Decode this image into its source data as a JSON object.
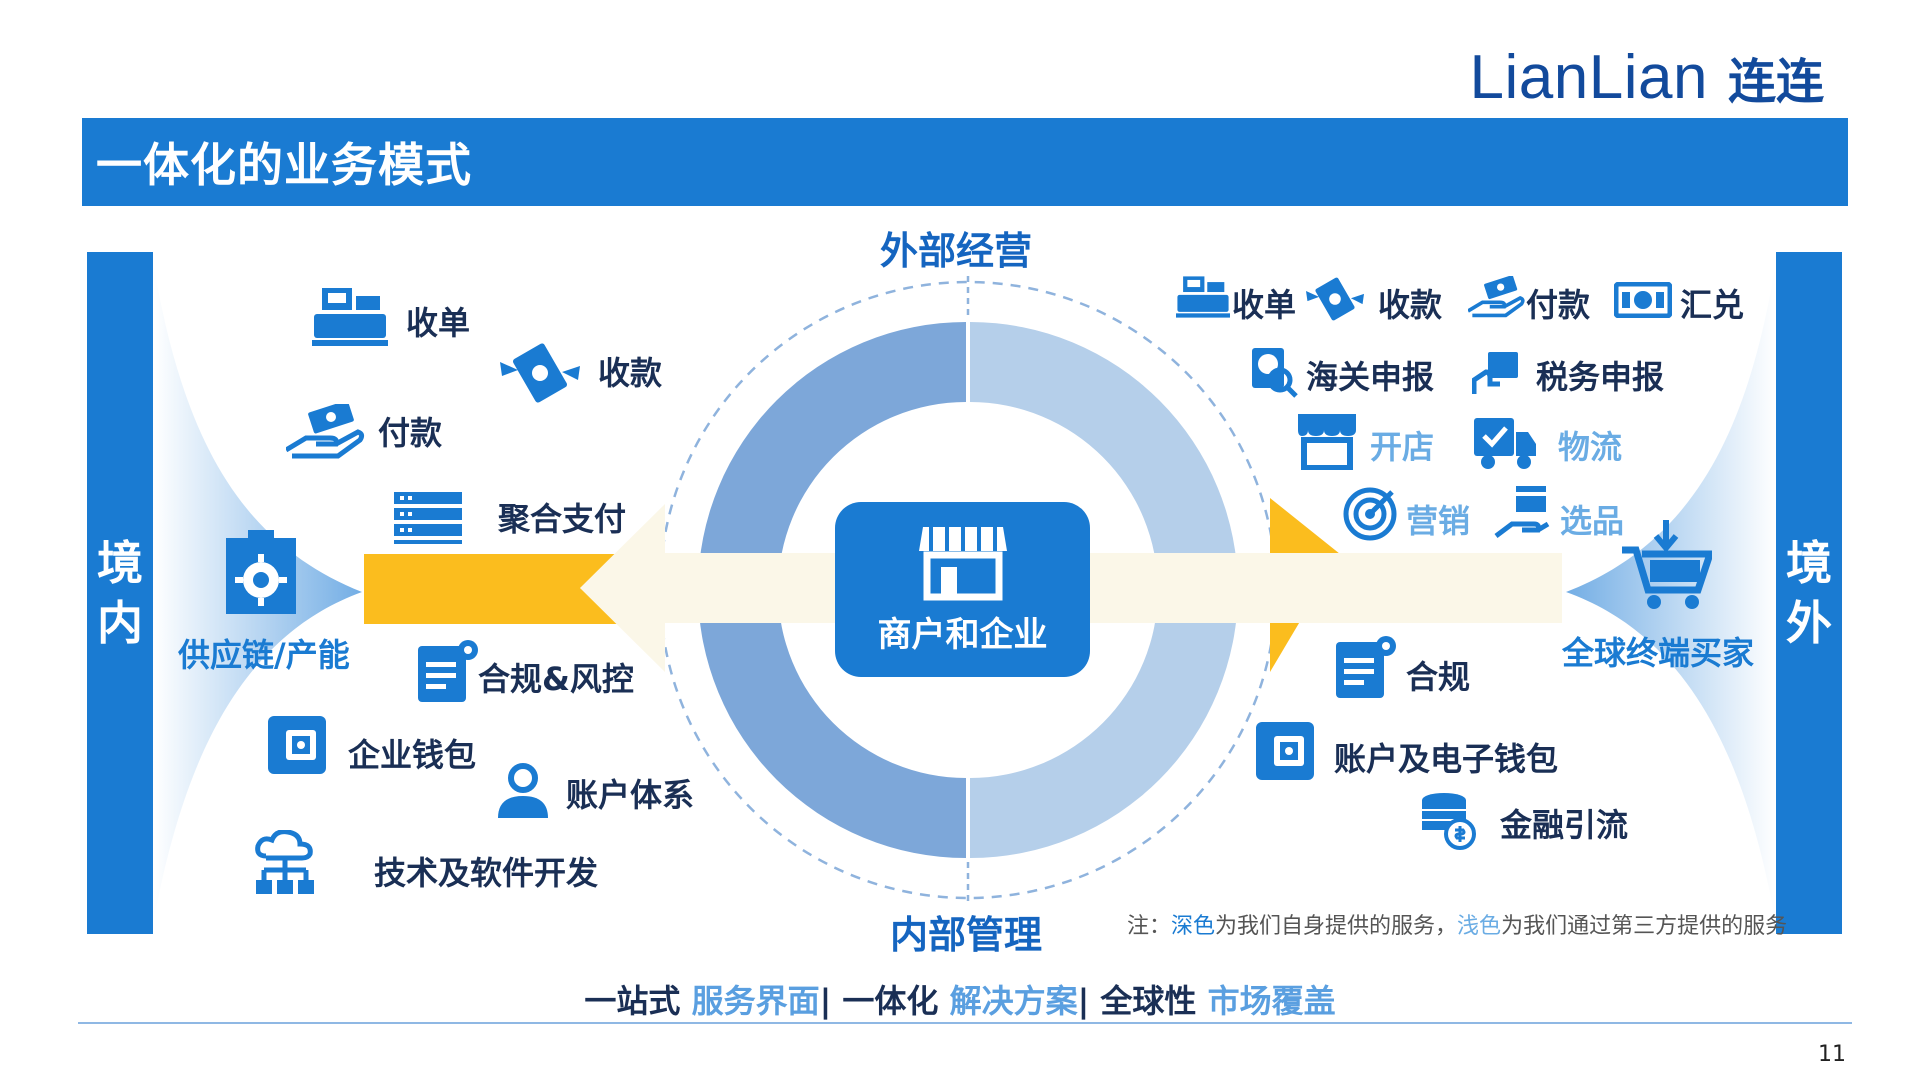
{
  "logo": {
    "latin": "LianLian",
    "cjk": "连连"
  },
  "title": "一体化的业务模式",
  "sides": {
    "left": "境内",
    "right": "境外"
  },
  "circle": {
    "top_label": "外部经营",
    "bottom_label": "内部管理"
  },
  "center": {
    "label": "商户和企业",
    "icon": "storefront-icon"
  },
  "left_source": {
    "label": "供应链/产能",
    "icon": "factory-gear-icon"
  },
  "right_target": {
    "label": "全球终端买家",
    "icon": "shopping-cart-icon"
  },
  "left_items": {
    "collect_order": "收单",
    "receive_payment": "收款",
    "pay": "付款",
    "aggregate_payment": "聚合支付",
    "compliance_risk": "合规&风控",
    "enterprise_wallet": "企业钱包",
    "account_system": "账户体系",
    "tech_software": "技术及软件开发"
  },
  "right_items": {
    "collect_order": "收单",
    "receive_payment": "收款",
    "pay": "付款",
    "exchange": "汇兑",
    "customs_declaration": "海关申报",
    "tax_declaration": "税务申报",
    "open_store": "开店",
    "logistics": "物流",
    "marketing": "营销",
    "product_selection": "选品",
    "compliance": "合规",
    "account_ewallet": "账户及电子钱包",
    "finance_traffic": "金融引流"
  },
  "note": {
    "prefix": "注：",
    "dark_word": "深色",
    "middle": "为我们自身提供的服务，",
    "light_word": "浅色",
    "suffix": "为我们通过第三方提供的服务"
  },
  "slogan": {
    "part1_dark": "一站式",
    "part1_light": " 服务界面",
    "sep1": "| ",
    "part2_dark": "一体化",
    "part2_light": " 解决方案",
    "sep2": "| ",
    "part3_dark": "全球性",
    "part3_light": " 市场覆盖"
  },
  "page_number": "11",
  "colors": {
    "primary_blue": "#1a7bd2",
    "dark_text": "#1a2f55",
    "light_text": "#6aace4",
    "ring_dark": "#7da7d9",
    "ring_light": "#b5cfea",
    "arrow_cream": "#fbf7e8",
    "arrow_yellow": "#fbbd1e"
  }
}
